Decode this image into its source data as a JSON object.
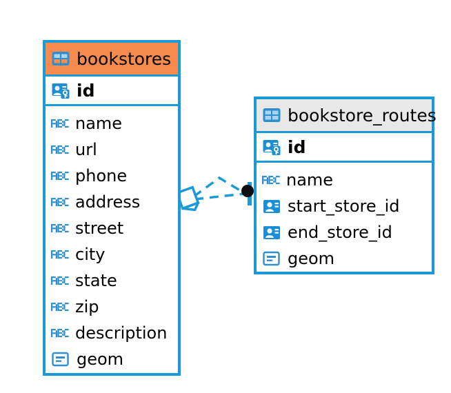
{
  "diagram": {
    "type": "er-diagram",
    "background_color": "#ffffff",
    "accent_color": "#1b9ad6",
    "selected_header_color": "#f78b4e",
    "plain_header_color": "#e8e8e8"
  },
  "tables": [
    {
      "name": "bookstores",
      "selected": true,
      "header_icon": "table-icon",
      "primary_key": {
        "label": "id",
        "icon": "primary-key-icon"
      },
      "fields": [
        {
          "label": "name",
          "icon": "text-type-icon"
        },
        {
          "label": "url",
          "icon": "text-type-icon"
        },
        {
          "label": "phone",
          "icon": "text-type-icon"
        },
        {
          "label": "address",
          "icon": "text-type-icon"
        },
        {
          "label": "street",
          "icon": "text-type-icon"
        },
        {
          "label": "city",
          "icon": "text-type-icon"
        },
        {
          "label": "state",
          "icon": "text-type-icon"
        },
        {
          "label": "zip",
          "icon": "text-type-icon"
        },
        {
          "label": "description",
          "icon": "text-type-icon"
        },
        {
          "label": "geom",
          "icon": "geometry-type-icon"
        }
      ]
    },
    {
      "name": "bookstore_routes",
      "selected": false,
      "header_icon": "table-icon",
      "primary_key": {
        "label": "id",
        "icon": "primary-key-icon"
      },
      "fields": [
        {
          "label": "name",
          "icon": "text-type-icon"
        },
        {
          "label": "start_store_id",
          "icon": "foreign-key-icon"
        },
        {
          "label": "end_store_id",
          "icon": "foreign-key-icon"
        },
        {
          "label": "geom",
          "icon": "geometry-type-icon"
        }
      ]
    }
  ],
  "relationship": {
    "style": "dashed",
    "color": "#1b9ad6",
    "source_endpoint": "crows-foot-diamond-marker",
    "target_endpoint": "filled-circle-marker",
    "target_endpoint_color": "#000000"
  }
}
